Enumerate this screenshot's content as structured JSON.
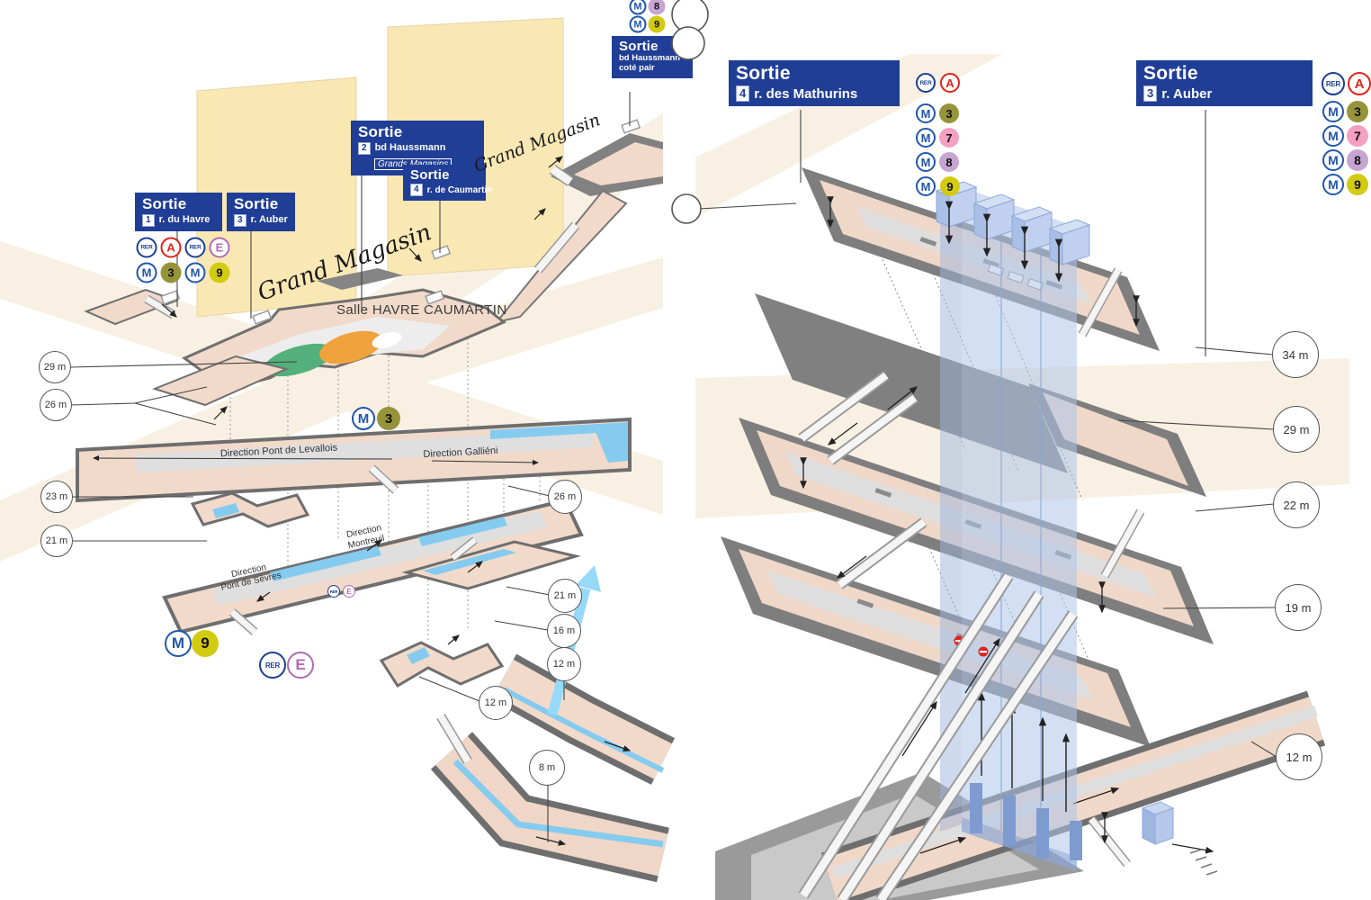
{
  "left": {
    "sorties": {
      "s2": {
        "title": "Sortie",
        "num": "2",
        "street": "bd Haussmann",
        "sub": "Grands Magasins"
      },
      "s4": {
        "title": "Sortie",
        "num": "4",
        "street": "r. de Caumartin"
      },
      "s1": {
        "title": "Sortie",
        "num": "1",
        "street": "r. du Havre"
      },
      "s3": {
        "title": "Sortie",
        "num": "3",
        "street": "r. Auber"
      },
      "hp": {
        "title": "Sortie",
        "line1": "bd Haussmann",
        "line2": "coté pair"
      }
    },
    "labels": {
      "salle": "Salle HAVRE CAUMARTIN",
      "grand_magasin_top": "Grand Magasin",
      "grand_magasin_mid": "Grand Magasin",
      "dir_levallois": "Direction Pont de Levallois",
      "dir_gallieni": "Direction Galliéni",
      "dir_montreuil_1": "Direction",
      "dir_montreuil_2": "Montreuil",
      "dir_sevres_1": "Direction",
      "dir_sevres_2": "Pont de Sèvres"
    },
    "badges_top": [
      {
        "sym": "M",
        "num": "8"
      },
      {
        "sym": "M",
        "num": "9"
      }
    ],
    "badges_exit_row1": [
      {
        "sym": "RER",
        "num": "A"
      },
      {
        "sym": "RER",
        "num": "E"
      }
    ],
    "badges_exit_row2": [
      {
        "sym": "M",
        "num": "3"
      },
      {
        "sym": "M",
        "num": "9"
      }
    ],
    "badge_m3": {
      "sym": "M",
      "num": "3"
    },
    "badge_m9": {
      "sym": "M",
      "num": "9"
    },
    "badge_rer_e": {
      "sym": "RER",
      "num": "E"
    },
    "badge_rer_e_small": {
      "sym": "RER",
      "num": "E"
    },
    "depths": [
      "29 m",
      "26 m",
      "23 m",
      "21 m",
      "26 m",
      "21 m",
      "16 m",
      "12 m",
      "12 m",
      "8 m"
    ]
  },
  "right": {
    "sortie_mathurins": {
      "title": "Sortie",
      "num": "4",
      "street": "r. des Mathurins"
    },
    "sortie_auber": {
      "title": "Sortie",
      "num": "3",
      "street": "r. Auber"
    },
    "badge_col": [
      {
        "sym": "RER",
        "num": "A"
      },
      {
        "sym": "M",
        "num": "3"
      },
      {
        "sym": "M",
        "num": "7"
      },
      {
        "sym": "M",
        "num": "8"
      },
      {
        "sym": "M",
        "num": "9"
      }
    ],
    "edge_badges": [
      {
        "sym": "RER",
        "num": "A"
      },
      {
        "sym": "M",
        "num": "3"
      },
      {
        "sym": "M",
        "num": "7"
      },
      {
        "sym": "M",
        "num": "8"
      },
      {
        "sym": "M",
        "num": "9"
      }
    ],
    "depths": [
      "34 m",
      "29 m",
      "22 m",
      "19 m",
      "12 m"
    ]
  },
  "colors": {
    "sortie_panel_blue": "#203E96",
    "metro_badge_blue": "#2156AC",
    "rer_badge_blue": "#1C3F94",
    "rer_a_red": "#E2231A",
    "rer_e_purple": "#B06CB4",
    "line3_olive": "#95943B",
    "line7_pink": "#F5A0C0",
    "line8_lilac": "#C7A5D2",
    "line9_yellow": "#D3CA12",
    "street_cream": "#F8F0E2",
    "building_yellow": "#FAE8B4",
    "floor_pink": "#F1D9CA",
    "platform_gray": "#7E7E7E",
    "track_blue": "#85CBF0",
    "lift_shaft_blue": "#AEC4E8"
  }
}
